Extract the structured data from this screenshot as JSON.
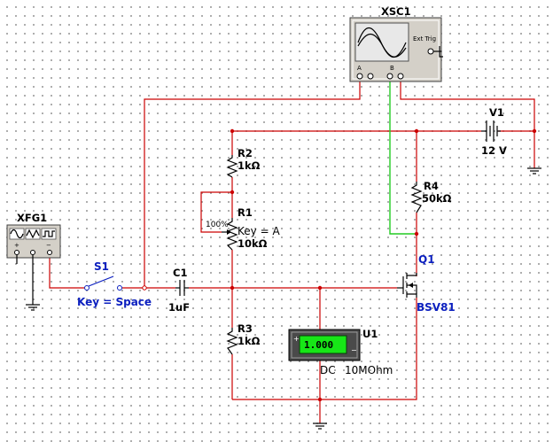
{
  "components": {
    "oscilloscope": {
      "ref": "XSC1",
      "ext_trig": "Ext Trig",
      "channel_a": "A",
      "channel_b": "B"
    },
    "function_generator": {
      "ref": "XFG1"
    },
    "battery": {
      "ref": "V1",
      "value": "12 V"
    },
    "r2": {
      "ref": "R2",
      "value": "1kΩ"
    },
    "r1": {
      "ref": "R1",
      "percent": "100%",
      "key": "Key = A",
      "value": "10kΩ"
    },
    "r3": {
      "ref": "R3",
      "value": "1kΩ"
    },
    "r4": {
      "ref": "R4",
      "value": "50kΩ"
    },
    "switch": {
      "ref": "S1",
      "key": "Key = Space"
    },
    "capacitor": {
      "ref": "C1",
      "value": "1uF"
    },
    "transistor": {
      "ref": "Q1",
      "model": "BSV81"
    },
    "voltmeter": {
      "ref": "U1",
      "reading": "1.000",
      "mode": "DC",
      "resistance": "10MOhm"
    }
  }
}
